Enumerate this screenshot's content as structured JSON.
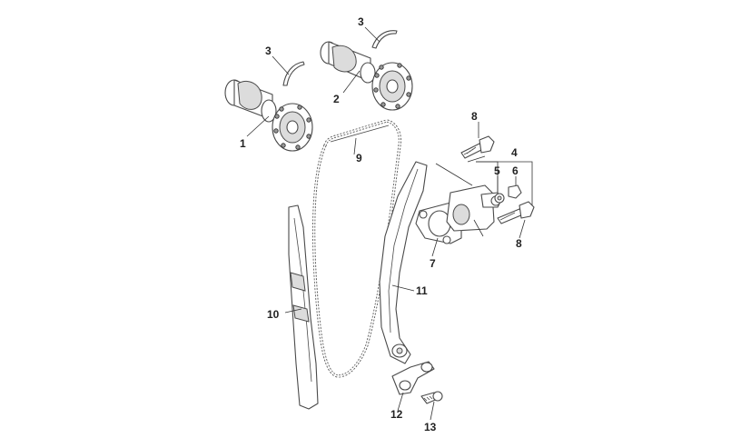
{
  "callouts": [
    {
      "id": "c1",
      "text": "1"
    },
    {
      "id": "c2",
      "text": "2"
    },
    {
      "id": "c3a",
      "text": "3"
    },
    {
      "id": "c3b",
      "text": "3"
    },
    {
      "id": "c4",
      "text": "4"
    },
    {
      "id": "c5",
      "text": "5"
    },
    {
      "id": "c6",
      "text": "6"
    },
    {
      "id": "c7",
      "text": "7"
    },
    {
      "id": "c8a",
      "text": "8"
    },
    {
      "id": "c8b",
      "text": "8"
    },
    {
      "id": "c9",
      "text": "9"
    },
    {
      "id": "c10",
      "text": "10"
    },
    {
      "id": "c11",
      "text": "11"
    },
    {
      "id": "c12",
      "text": "12"
    },
    {
      "id": "c13",
      "text": "13"
    }
  ]
}
